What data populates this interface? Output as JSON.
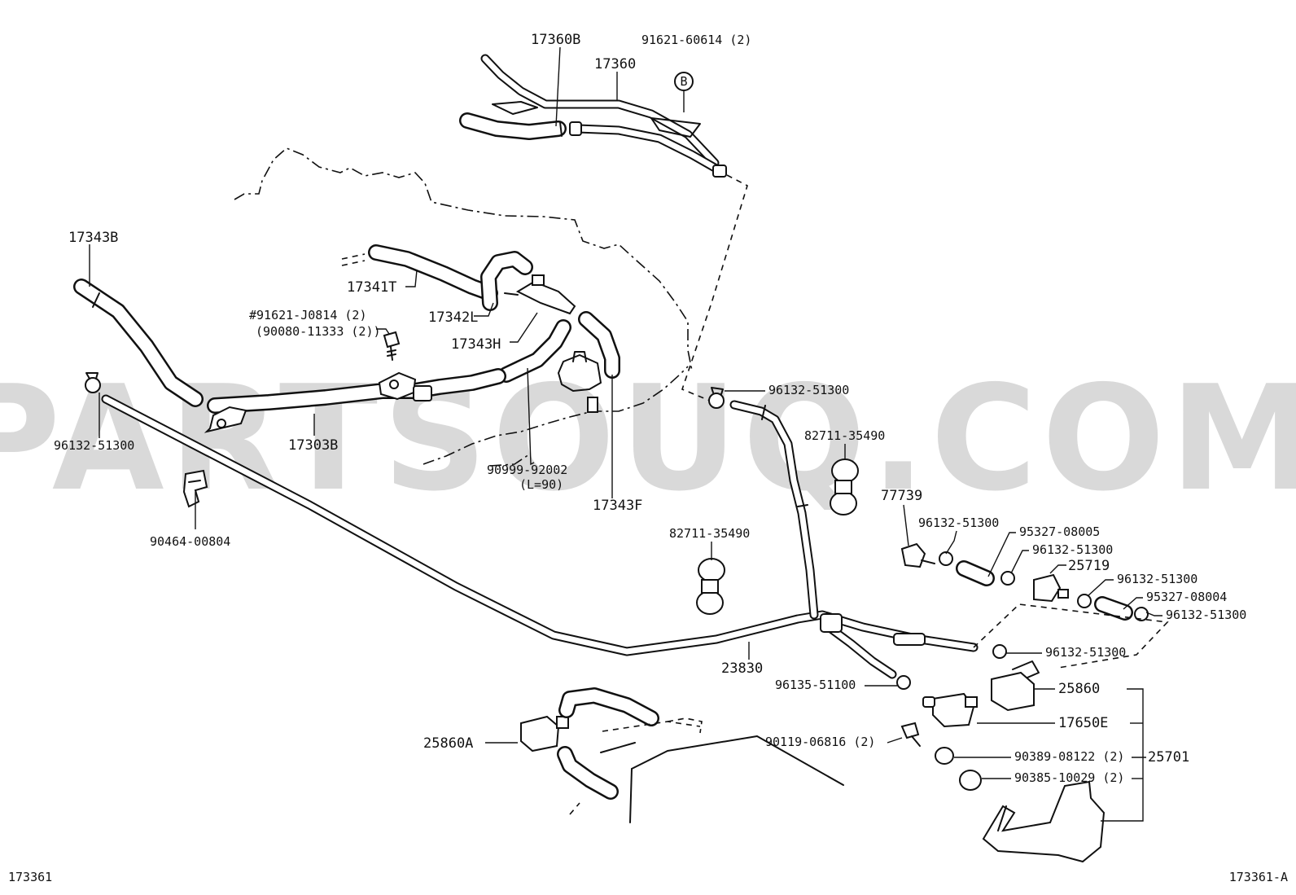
{
  "watermark": "PARTSOUQ.COM",
  "footer": {
    "left_code": "173361",
    "right_code": "173361-A"
  },
  "callouts": {
    "p17360B": "17360B",
    "p91621_60614": "91621-60614 (2)",
    "marker_b": "B",
    "p17360": "17360",
    "p17343B": "17343B",
    "p17341T": "17341T",
    "p17342L": "17342L",
    "p91621_J0814": "#91621-J0814 (2)",
    "p90080_11333": "(90080-11333 (2))",
    "p17343H": "17343H",
    "p96132_51300_a": "96132-51300",
    "p96132_51300_b": "96132-51300",
    "p82711_35490_a": "82711-35490",
    "p17303B": "17303B",
    "p90999_92002": "90999-92002",
    "pL90": "(L=90)",
    "p17343F": "17343F",
    "p90464_00804": "90464-00804",
    "p77739": "77739",
    "p96132_51300_c": "96132-51300",
    "p95327_08005": "95327-08005",
    "p82711_35490_b": "82711-35490",
    "p96132_51300_d": "96132-51300",
    "p25719": "25719",
    "p96132_51300_e": "96132-51300",
    "p95327_08004": "95327-08004",
    "p96132_51300_f": "96132-51300",
    "p96132_51300_g": "96132-51300",
    "p23830": "23830",
    "p96135_51100": "96135-51100",
    "p25860": "25860",
    "p17650E": "17650E",
    "p25860A": "25860A",
    "p90119_06816": "90119-06816 (2)",
    "p90389_08122": "90389-08122 (2)",
    "p25701": "25701",
    "p90385_10029": "90385-10029 (2)"
  }
}
